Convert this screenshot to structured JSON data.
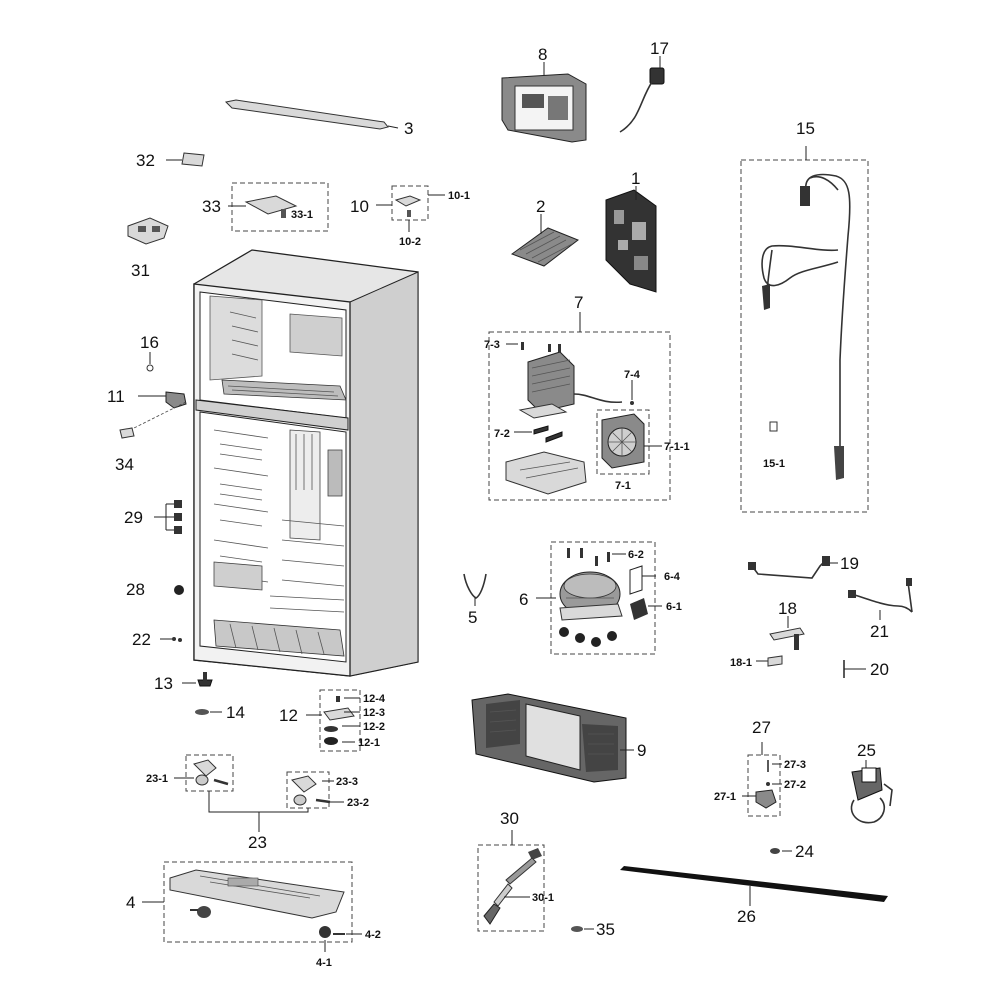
{
  "callouts": [
    {
      "id": "8",
      "text": "8"
    },
    {
      "id": "17",
      "text": "17"
    },
    {
      "id": "3",
      "text": "3"
    },
    {
      "id": "15",
      "text": "15"
    },
    {
      "id": "32",
      "text": "32"
    },
    {
      "id": "33",
      "text": "33"
    },
    {
      "id": "33-1",
      "text": "33-1"
    },
    {
      "id": "10",
      "text": "10"
    },
    {
      "id": "10-1",
      "text": "10-1"
    },
    {
      "id": "10-2",
      "text": "10-2"
    },
    {
      "id": "1",
      "text": "1"
    },
    {
      "id": "2",
      "text": "2"
    },
    {
      "id": "31",
      "text": "31"
    },
    {
      "id": "7",
      "text": "7"
    },
    {
      "id": "7-3",
      "text": "7-3"
    },
    {
      "id": "7-4",
      "text": "7-4"
    },
    {
      "id": "7-2",
      "text": "7-2"
    },
    {
      "id": "7-1-1",
      "text": "7-1-1"
    },
    {
      "id": "7-1",
      "text": "7-1"
    },
    {
      "id": "16",
      "text": "16"
    },
    {
      "id": "11",
      "text": "11"
    },
    {
      "id": "34",
      "text": "34"
    },
    {
      "id": "15-1",
      "text": "15-1"
    },
    {
      "id": "29",
      "text": "29"
    },
    {
      "id": "6-2",
      "text": "6-2"
    },
    {
      "id": "6-4",
      "text": "6-4"
    },
    {
      "id": "6",
      "text": "6"
    },
    {
      "id": "6-1",
      "text": "6-1"
    },
    {
      "id": "5",
      "text": "5"
    },
    {
      "id": "19",
      "text": "19"
    },
    {
      "id": "28",
      "text": "28"
    },
    {
      "id": "18",
      "text": "18"
    },
    {
      "id": "21",
      "text": "21"
    },
    {
      "id": "22",
      "text": "22"
    },
    {
      "id": "18-1",
      "text": "18-1"
    },
    {
      "id": "20",
      "text": "20"
    },
    {
      "id": "13",
      "text": "13"
    },
    {
      "id": "12-4",
      "text": "12-4"
    },
    {
      "id": "14",
      "text": "14"
    },
    {
      "id": "12",
      "text": "12"
    },
    {
      "id": "12-3",
      "text": "12-3"
    },
    {
      "id": "12-2",
      "text": "12-2"
    },
    {
      "id": "12-1",
      "text": "12-1"
    },
    {
      "id": "9",
      "text": "9"
    },
    {
      "id": "27",
      "text": "27"
    },
    {
      "id": "25",
      "text": "25"
    },
    {
      "id": "27-3",
      "text": "27-3"
    },
    {
      "id": "27-2",
      "text": "27-2"
    },
    {
      "id": "23-1",
      "text": "23-1"
    },
    {
      "id": "23-3",
      "text": "23-3"
    },
    {
      "id": "27-1",
      "text": "27-1"
    },
    {
      "id": "23-2",
      "text": "23-2"
    },
    {
      "id": "23",
      "text": "23"
    },
    {
      "id": "30",
      "text": "30"
    },
    {
      "id": "24",
      "text": "24"
    },
    {
      "id": "4",
      "text": "4"
    },
    {
      "id": "26",
      "text": "26"
    },
    {
      "id": "30-1",
      "text": "30-1"
    },
    {
      "id": "4-2",
      "text": "4-2"
    },
    {
      "id": "35",
      "text": "35"
    },
    {
      "id": "4-1",
      "text": "4-1"
    }
  ]
}
